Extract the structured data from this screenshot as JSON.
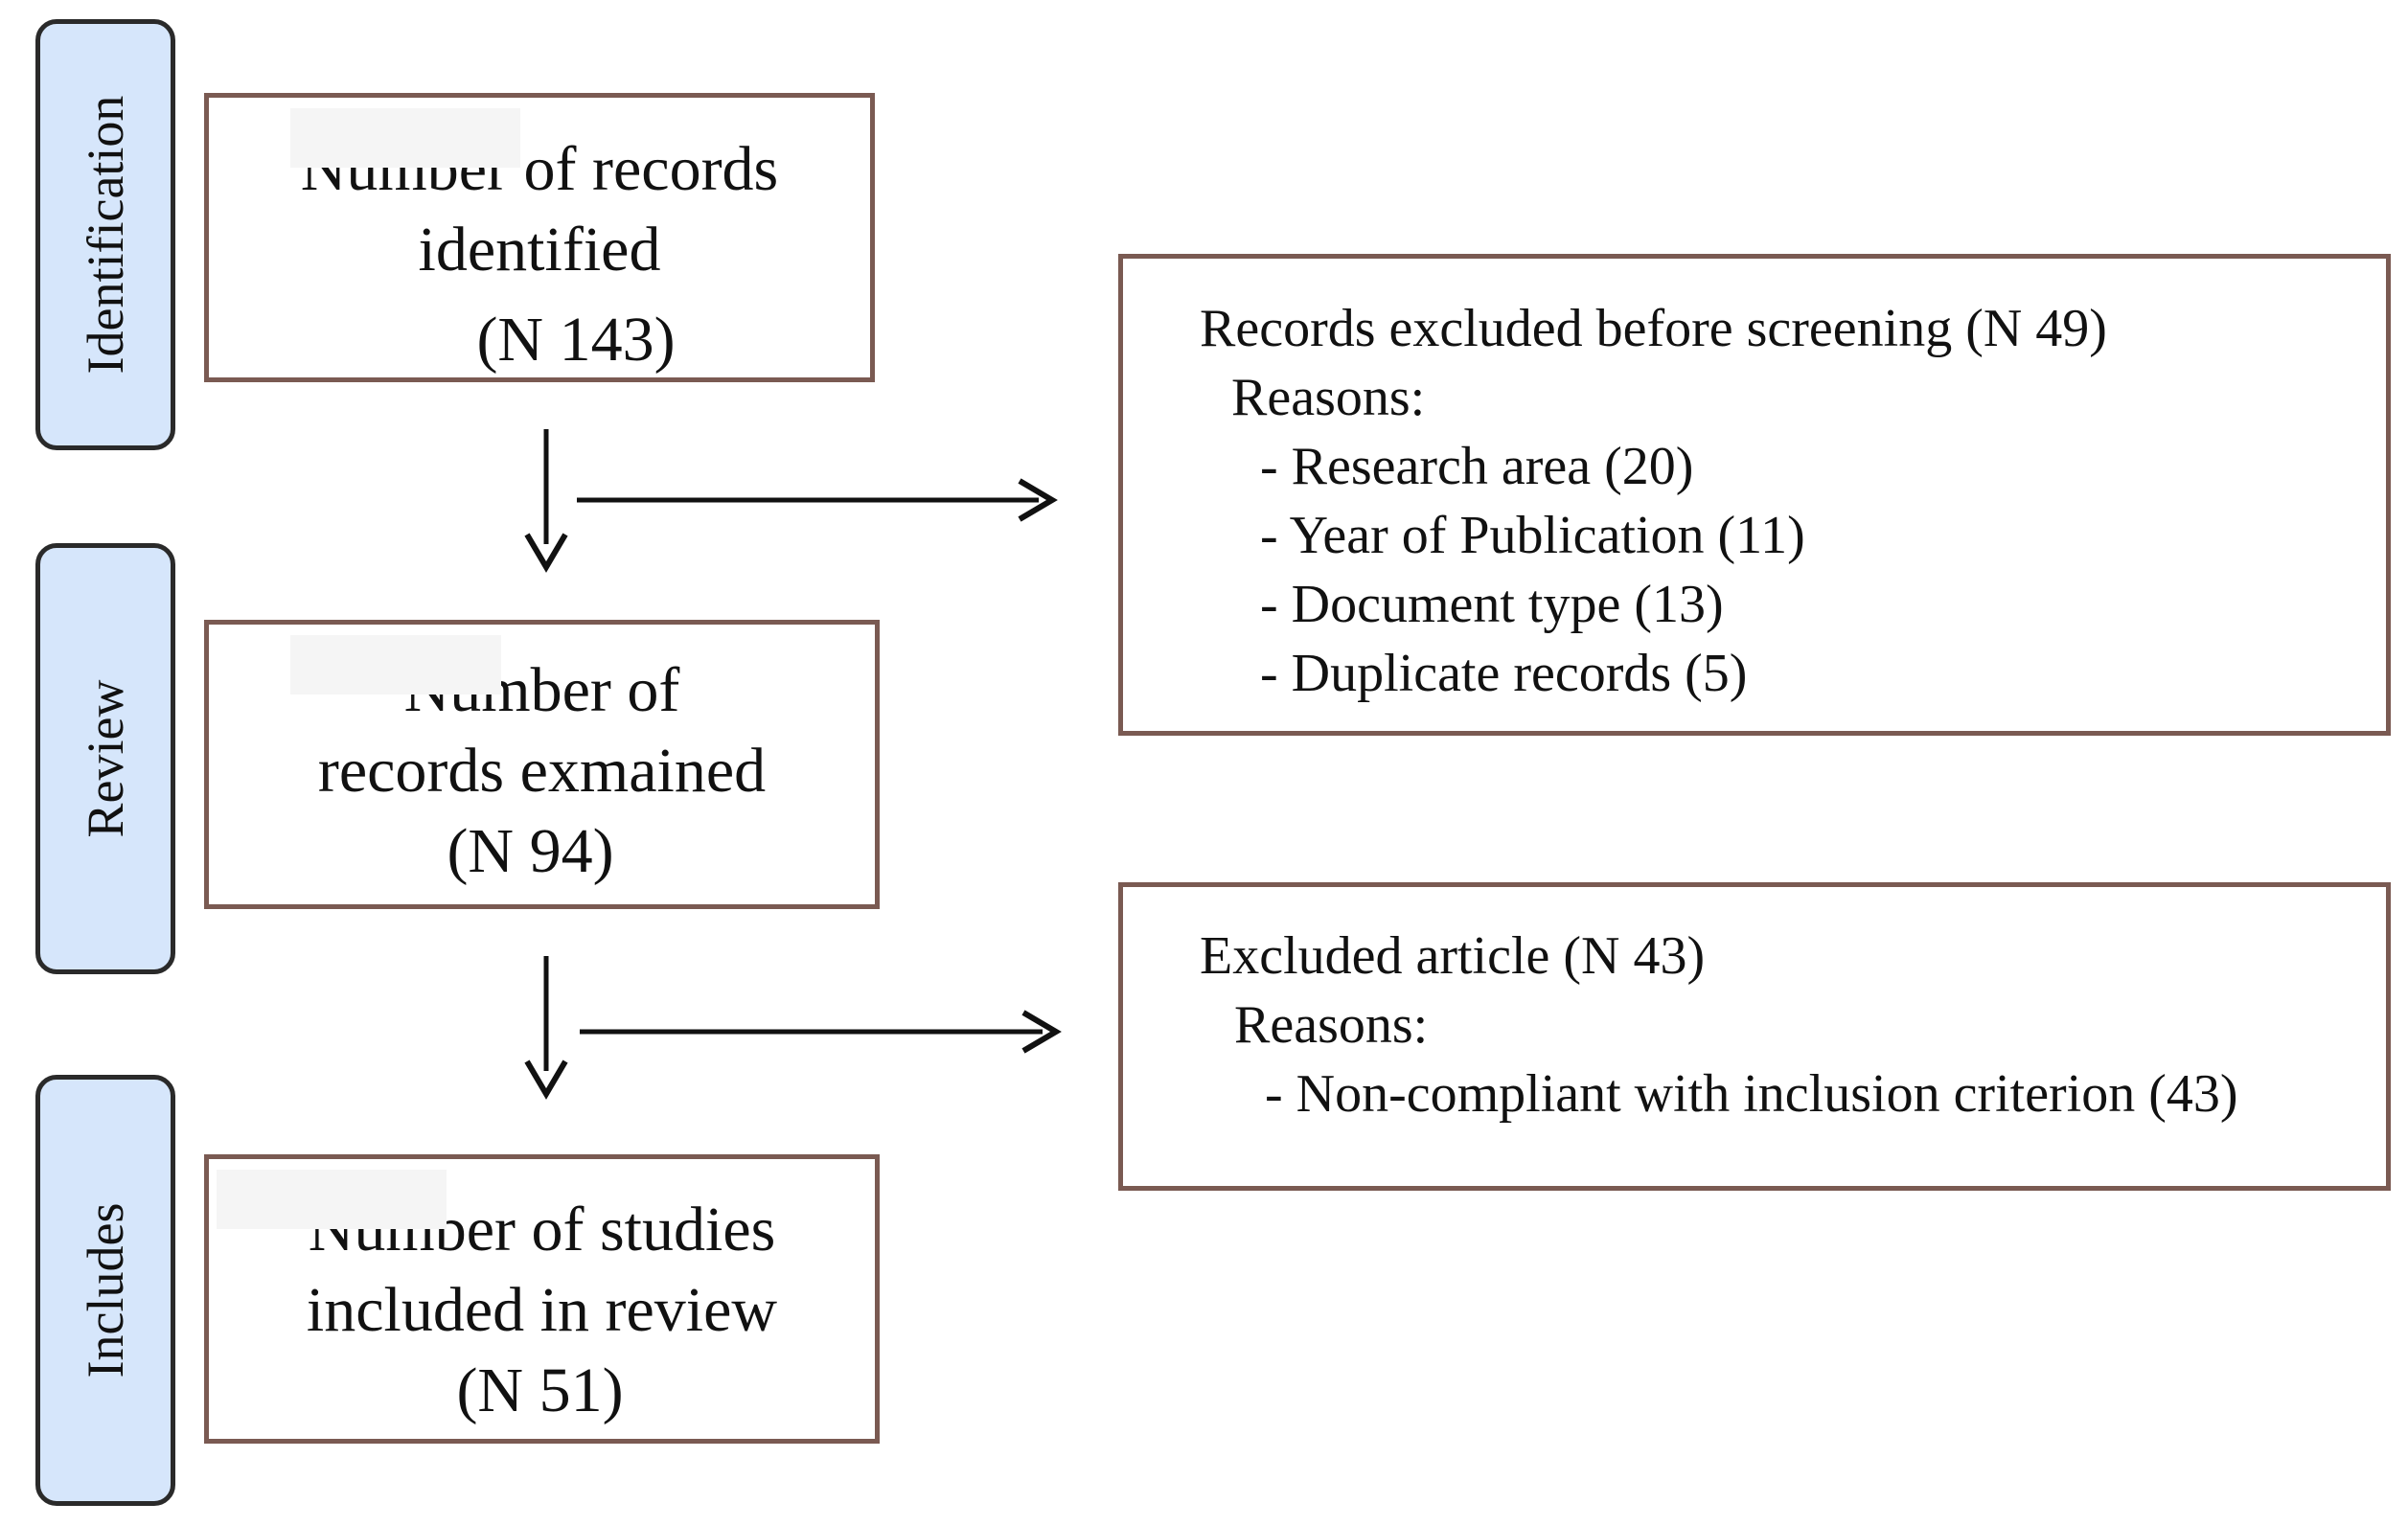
{
  "stages": {
    "identification": "Identification",
    "review": "Review",
    "includes": "Includes"
  },
  "boxes": {
    "identified": {
      "line1": "Number of records",
      "line2": "identified",
      "count": "(N 143)"
    },
    "examined": {
      "line1": "Number of",
      "line2": "records exmained",
      "count": "(N 94)"
    },
    "included": {
      "line1": "Number of studies",
      "line2": "included in review",
      "count": "(N 51)"
    }
  },
  "exclusions": {
    "before_screening": {
      "title": "Records excluded before screening (N 49)",
      "reasons_label": "Reasons:",
      "reasons": [
        "- Research area (20)",
        "- Year of Publication (11)",
        "- Document type (13)",
        "- Duplicate records (5)"
      ]
    },
    "articles": {
      "title": "Excluded article (N 43)",
      "reasons_label": "Reasons:",
      "reasons": [
        "- Non-compliant with inclusion criterion (43)"
      ]
    }
  },
  "colors": {
    "stage_fill": "#d6e6fb",
    "stage_border": "#2a2a2a",
    "box_border": "#7a5a52",
    "arrow": "#111111"
  }
}
